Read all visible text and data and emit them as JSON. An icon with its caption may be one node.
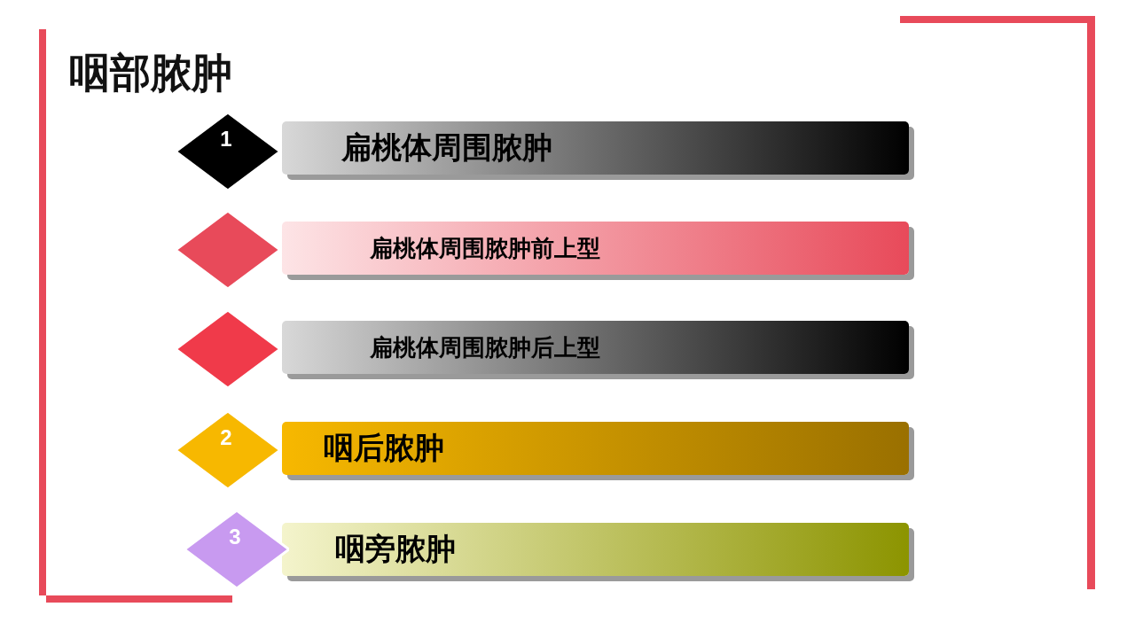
{
  "diagram": {
    "title": "咽部脓肿",
    "nodes": [
      {
        "text": [
          "1"
        ]
      },
      {
        "text": [
          "扁桃体周围脓肿"
        ]
      },
      {
        "text": [],
        "shape": "diamond"
      },
      {
        "text": [
          "扁桃体周围脓肿前上型"
        ]
      },
      {
        "text": [],
        "shape": "diamond"
      },
      {
        "text": [
          "扁桃体周围脓肿后上型"
        ]
      },
      {
        "text": [
          "2"
        ]
      },
      {
        "text": [
          "咽后脓肿"
        ]
      },
      {
        "text": [
          "3"
        ]
      },
      {
        "text": [
          "咽旁脓肿"
        ]
      }
    ]
  }
}
